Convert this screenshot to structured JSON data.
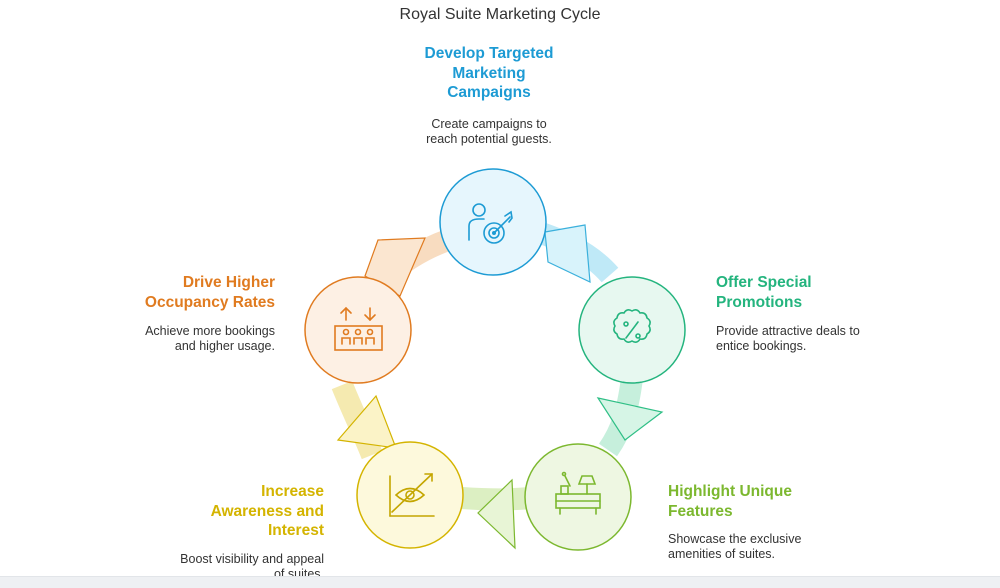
{
  "title": "Royal Suite Marketing Cycle",
  "steps": [
    {
      "heading_lines": [
        "Develop Targeted",
        "Marketing",
        "Campaigns"
      ],
      "desc_lines": [
        "Create campaigns to",
        "reach potential guests."
      ],
      "color": "#1d9bd4",
      "icon": "person-target-icon"
    },
    {
      "heading_lines": [
        "Offer Special",
        "Promotions"
      ],
      "desc_lines": [
        "Provide attractive deals to",
        "entice bookings."
      ],
      "color": "#24b47e",
      "icon": "percent-badge-icon"
    },
    {
      "heading_lines": [
        "Highlight Unique",
        "Features"
      ],
      "desc_lines": [
        "Showcase the exclusive",
        "amenities of suites."
      ],
      "color": "#7cb82f",
      "icon": "suite-furniture-icon"
    },
    {
      "heading_lines": [
        "Increase",
        "Awareness and",
        "Interest"
      ],
      "desc_lines": [
        "Boost visibility and appeal",
        "of suites."
      ],
      "color": "#d4b400",
      "icon": "eye-chart-icon"
    },
    {
      "heading_lines": [
        "Drive Higher",
        "Occupancy Rates"
      ],
      "desc_lines": [
        "Achieve more bookings",
        "and higher usage."
      ],
      "color": "#e07b20",
      "icon": "elevator-people-icon"
    }
  ]
}
